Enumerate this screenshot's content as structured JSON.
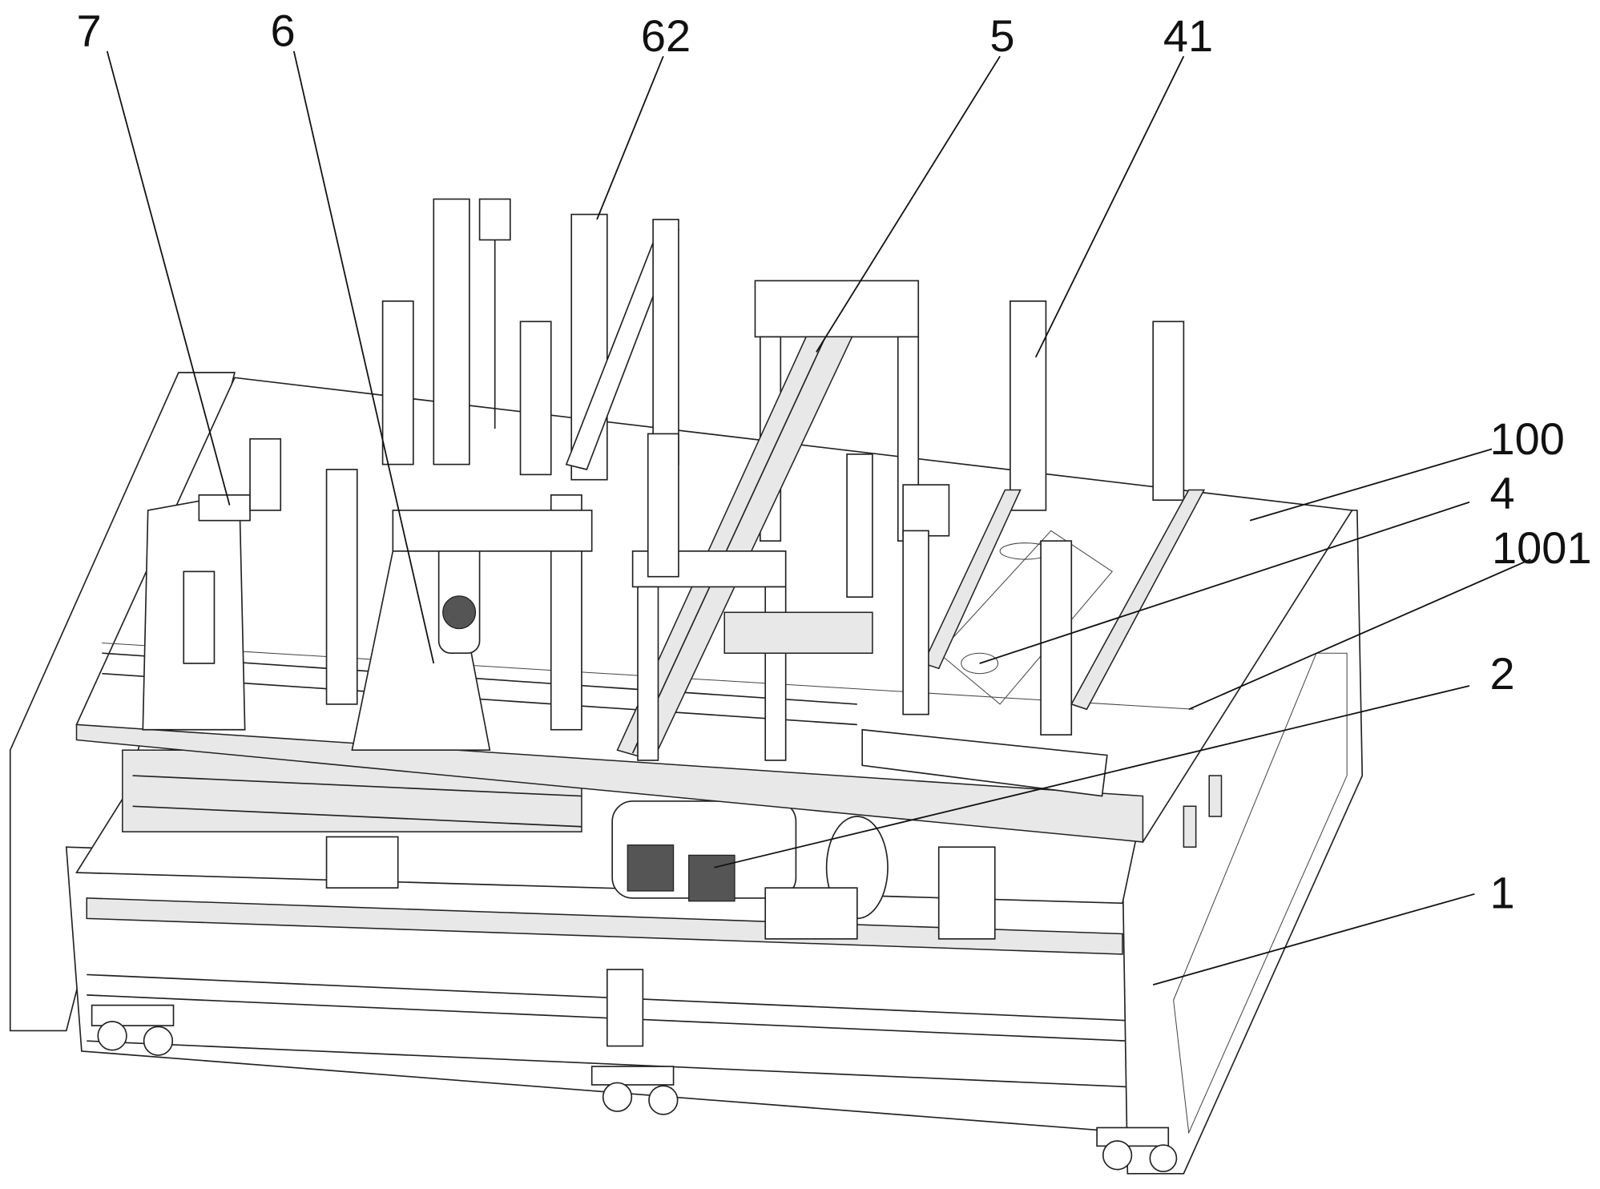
{
  "figure": {
    "callouts": {
      "c7": "7",
      "c6": "6",
      "c62": "62",
      "c5": "5",
      "c41": "41",
      "c100": "100",
      "c4": "4",
      "c1001": "1001",
      "c2": "2",
      "c1": "1"
    }
  }
}
